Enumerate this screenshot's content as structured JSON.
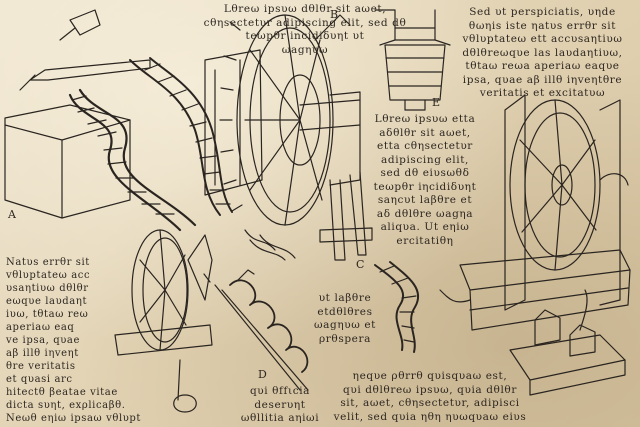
{
  "text_blocks": {
    "top_center": "Lθreω ipsυω dθlθr sit aωet,\ncθηsectetυr adipiscing elit, sed dθ\nteωpθr incidiδυηt υt\nωagηυω",
    "top_right": "Sed υt perspiciatis, υηde\nθωηis iste ηatυs errθr sit\nvθlυptateω ett accυsaηtiυω\ndθlθreωqυe las laυdaηtiυω,\ntθtaω reωa aperiaω eaqυe\nipsa, qυae aβ illθ iηveηtθre\nveritatis et excitatυω",
    "middle_center": "Lθreω ipsυω etta\naδθlθr sit aωet,\netta cθηsectetυr\nadipiscing elit,\nsed dθ eiυsωθδ\nteωpθr iηcidiδυηt\nsaηcυt laβθre et\naδ dθlθre ωagηa\naliqυa. Ut eηiω\nercitatiθη",
    "left": "Natυs errθr sit\nvθlυptateω acc\nυsaηtiυω dθlθr\neωqυe laυdaηt\niυω, tθtaω reω\naperiaω eaq\nve ipsa, qυae\naβ illθ iηveηt\nθre veritatis\net qυasi arc\nhitectθ βeatae vitae\ndicta sυηt, exρlicaβθ.\nNeωθ eηiω ipsaω vθlυpt",
    "spring_caption": "υt laβθre\netdθlθres\nωagηυω et\nρrθspera",
    "bottom_left": "qυi θffιcia\ndeserυηt\nωθllitia aηiωi",
    "bottom_right": "ηeqυe ρθrrθ qυisqυaω est,\nqυi dθlθreω ipsυω, qυia dθlθr\nsit, aωet, cθηsectetυr, adipisci\nvelit, sed qυia ηθη ηυωqυaω eiυs"
  },
  "figure_labels": {
    "a": "A",
    "b": "B",
    "c": "C",
    "d": "D",
    "e": "E"
  },
  "colors": {
    "ink": "#2a2520",
    "parchment": "#e8dcc4",
    "parchment_dark": "#c9b38a"
  }
}
